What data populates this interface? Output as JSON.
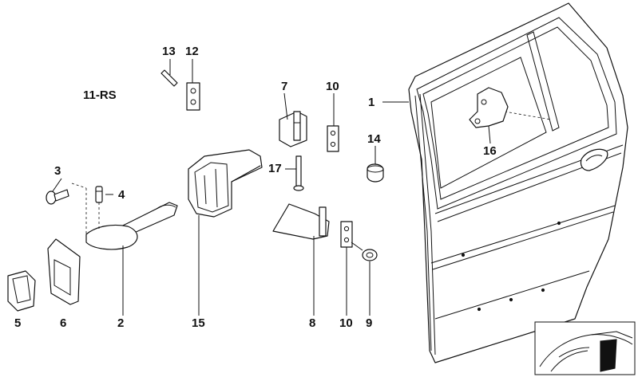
{
  "diagram": {
    "group_label": "11-RS",
    "callouts": [
      "1",
      "2",
      "3",
      "4",
      "5",
      "6",
      "7",
      "8",
      "9",
      "10",
      "10",
      "12",
      "13",
      "14",
      "15",
      "16",
      "17"
    ]
  }
}
